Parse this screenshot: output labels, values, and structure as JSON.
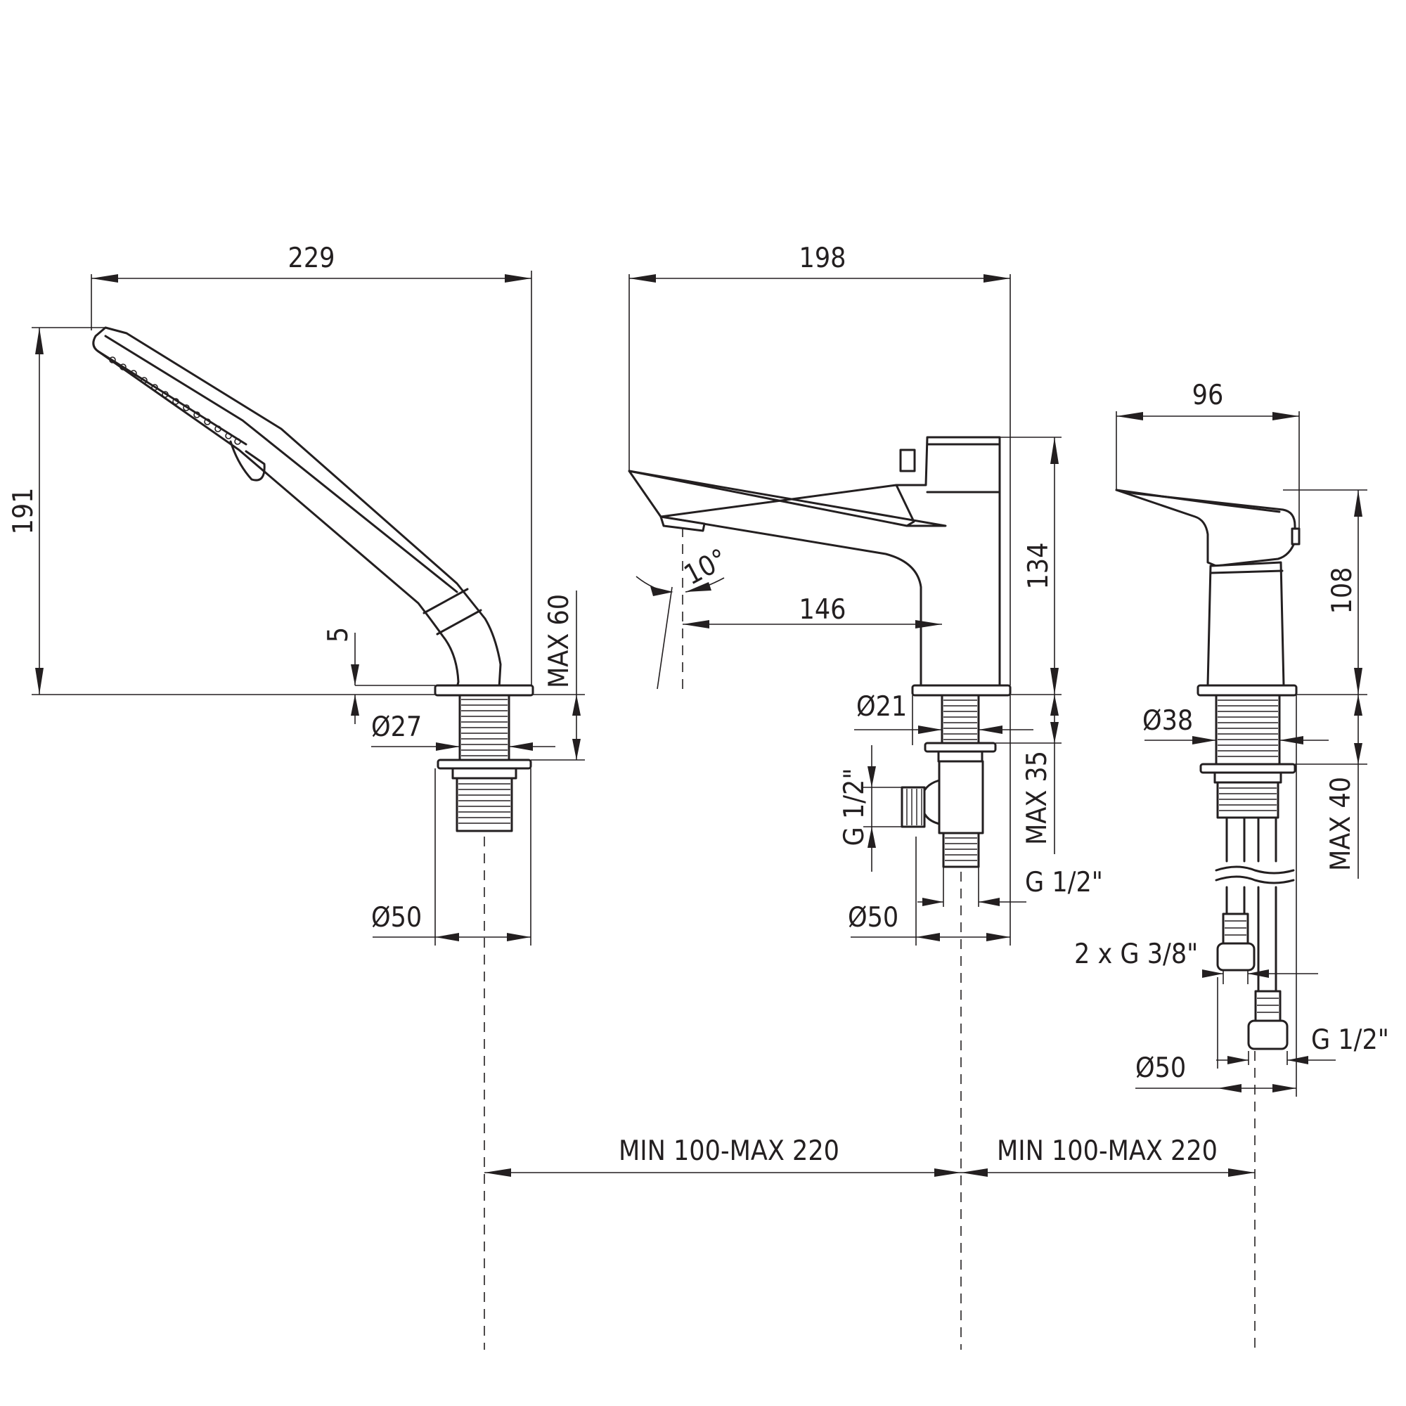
{
  "shower_head_view": {
    "overall_width": "229",
    "overall_height": "191",
    "deck_offset": "5",
    "max_deck": "MAX 60",
    "body_diameter": "Ø27",
    "flange_diameter": "Ø50"
  },
  "spout_view": {
    "overall_width": "198",
    "reach": "146",
    "angle": "10°",
    "height": "134",
    "body_diameter": "Ø21",
    "max_deck": "MAX 35",
    "side_connection": "G 1/2\"",
    "bottom_connection": "G 1/2\"",
    "flange_diameter": "Ø50"
  },
  "mixer_view": {
    "overall_width": "96",
    "height": "108",
    "body_diameter": "Ø38",
    "max_deck": "MAX 40",
    "hoses": "2 x G 3/8\"",
    "connection": "G 1/2\"",
    "flange_diameter": "Ø50"
  },
  "spacing": {
    "left_gap": "MIN 100-MAX 220",
    "right_gap": "MIN 100-MAX 220"
  }
}
